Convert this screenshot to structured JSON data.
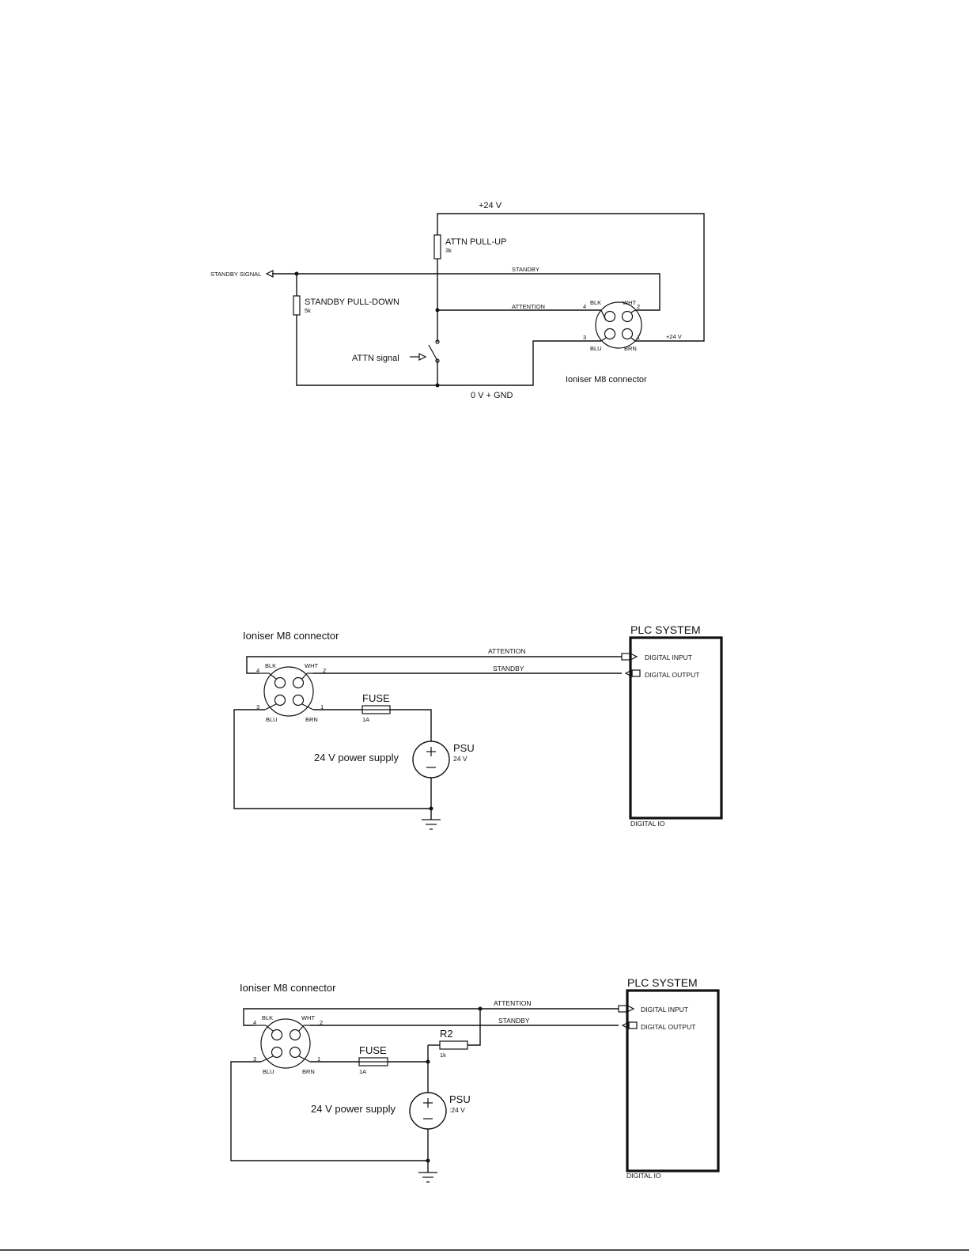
{
  "diagram1": {
    "v24_top": "+24 V",
    "attn_pullup": "ATTN PULL-UP",
    "attn_pullup_value": "3k",
    "standby_signal": "STANDBY SIGNAL",
    "standby_wire": "STANDBY",
    "standby_pulldown": "STANDBY PULL-DOWN",
    "standby_pulldown_value": "5k",
    "attention_wire": "ATTENTION",
    "attn_signal": "ATTN signal",
    "gnd": "0 V + GND",
    "v24_pin": "+24 V",
    "connector_label": "Ioniser M8 connector",
    "pin_blk": "BLK",
    "pin_wht": "WHT",
    "pin_blu": "BLU",
    "pin_brn": "BRN",
    "pin_num_4": "4",
    "pin_num_2": "2",
    "pin_num_3": "3",
    "pin_num_1": "1"
  },
  "diagram2": {
    "connector_label": "Ioniser M8 connector",
    "attention_wire": "ATTENTION",
    "standby_wire": "STANDBY",
    "plc_title": "PLC SYSTEM",
    "digital_input": "DIGITAL INPUT",
    "digital_output": "DIGITAL OUTPUT",
    "digital_io": "DIGITAL IO",
    "fuse": "FUSE",
    "fuse_value": "1A",
    "psu": "PSU",
    "psu_value": "24 V",
    "power_supply": "24 V power supply",
    "pin_blk": "BLK",
    "pin_wht": "WHT",
    "pin_blu": "BLU",
    "pin_brn": "BRN",
    "pin_num_4": "4",
    "pin_num_2": "2",
    "pin_num_3": "3",
    "pin_num_1": "1"
  },
  "diagram3": {
    "connector_label": "Ioniser M8 connector",
    "attention_wire": "ATTENTION",
    "standby_wire": "STANDBY",
    "plc_title": "PLC SYSTEM",
    "digital_input": "DIGITAL INPUT",
    "digital_output": "DIGITAL OUTPUT",
    "digital_io": "DIGITAL IO",
    "fuse": "FUSE",
    "fuse_value": "1A",
    "r2": "R2",
    "r2_value": "1k",
    "psu": "PSU",
    "psu_value": ":24 V",
    "power_supply": "24 V power supply",
    "pin_blk": "BLK",
    "pin_wht": "WHT",
    "pin_blu": "BLU",
    "pin_brn": "BRN",
    "pin_num_4": "4",
    "pin_num_2": "2",
    "pin_num_3": "3",
    "pin_num_1": "1"
  }
}
